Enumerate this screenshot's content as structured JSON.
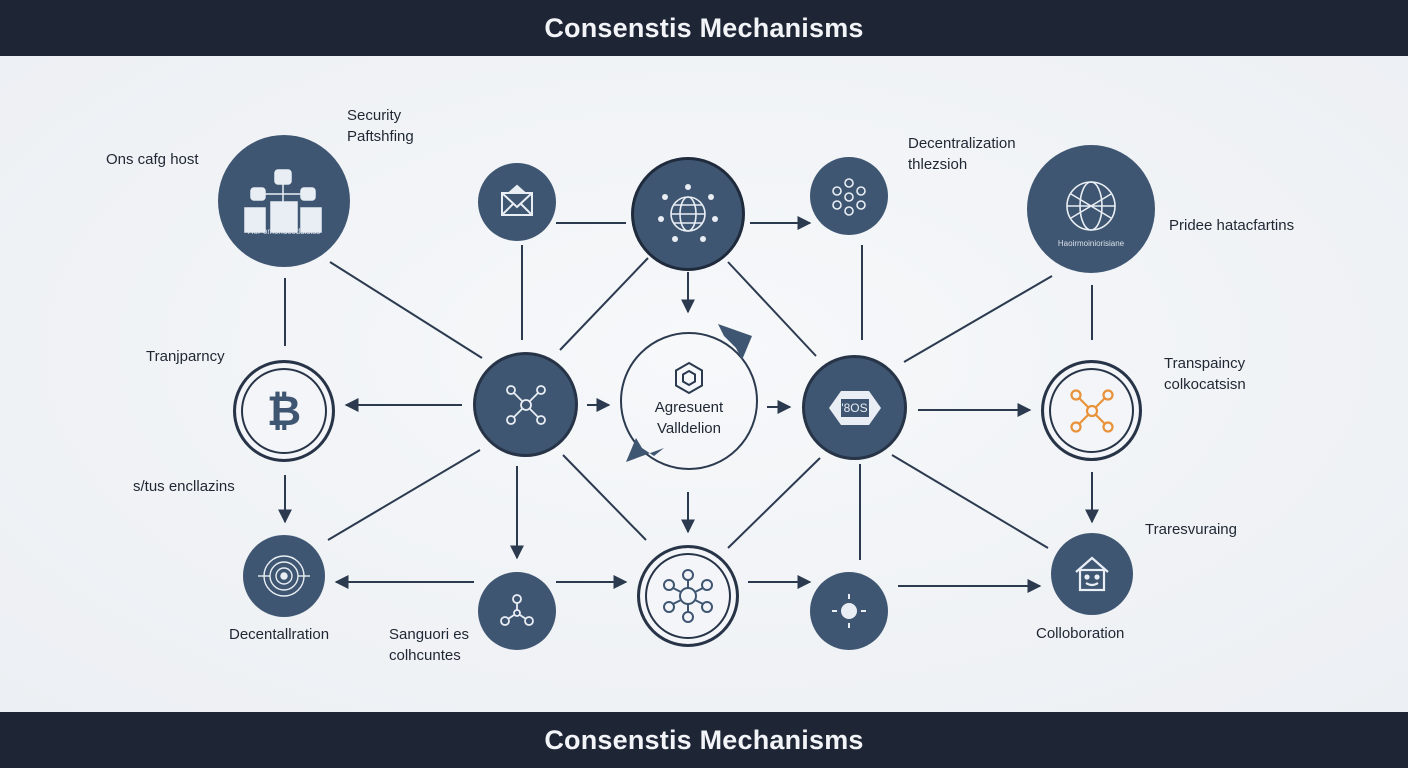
{
  "title_top": "Consenstis Mechanisms",
  "title_bottom": "Consenstis Mechanisms",
  "colors": {
    "banner": "#1e2636",
    "node_fill": "#3f5672",
    "line": "#2b3a4f",
    "accent_orange": "#e8923a"
  },
  "labels": {
    "security": [
      "Security",
      "Paftshfing"
    ],
    "ons_host": "Ons cafg host",
    "decentralization_top": [
      "Decentralization",
      "thlezsioh"
    ],
    "pridee": "Pridee hatacfartins",
    "transparency_left": "Tranjparncy",
    "transparency_right": [
      "Transpaincy",
      "colkocatsisn"
    ],
    "status": "s/tus encllazins",
    "trares": "Traresvuraing",
    "decentralization_bottom": "Decentallration",
    "sanguori": [
      "Sanguori es",
      "colhcuntes"
    ],
    "collaboration": "Colloboration"
  },
  "center": {
    "line1": "Agresuent",
    "line2": "Valldelion"
  },
  "node_captions": {
    "hierarchy": "Hor omondcoddisiss",
    "globe": "Haoirmoiniorisiane"
  },
  "icons": {
    "hierarchy": "org-chart-icon",
    "mail": "envelope-icon",
    "globe_network": "globe-network-icon",
    "faces": "people-cluster-icon",
    "world": "world-icon",
    "bitcoin": "bitcoin-icon",
    "network_hub": "network-hub-icon",
    "cube": "cube-icon",
    "sos": "sos-badge-icon",
    "orange_network": "orange-network-icon",
    "fingerprint": "fingerprint-icon",
    "triangle_nodes": "triangle-nodes-icon",
    "gear_cluster": "gear-cluster-icon",
    "sun": "sun-icon",
    "house": "house-icon"
  },
  "badges": {
    "bitcoin": "₿",
    "sos": "'8OS"
  }
}
